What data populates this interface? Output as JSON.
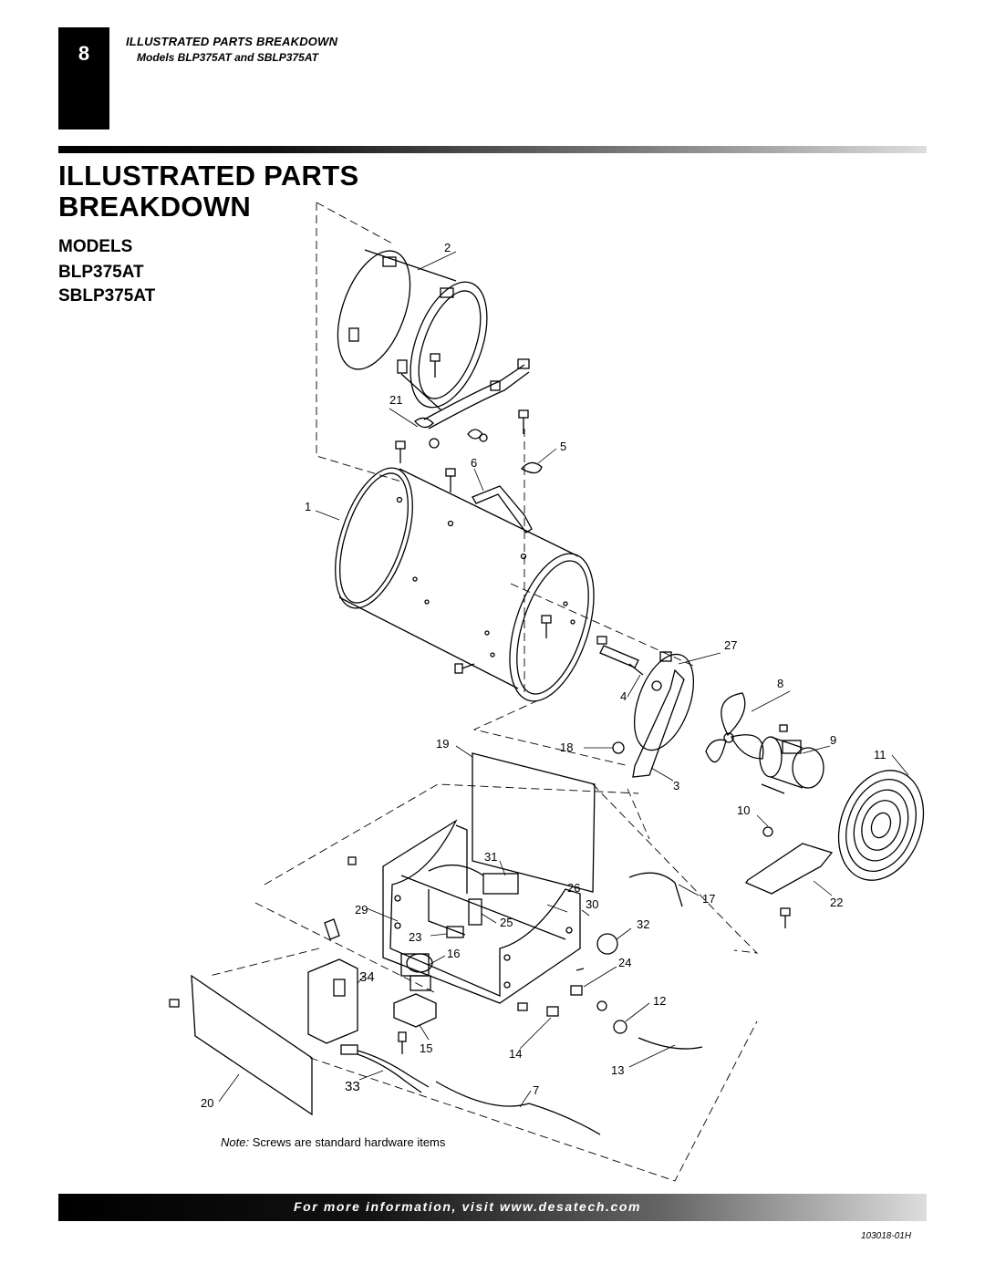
{
  "header": {
    "page_number": "8",
    "title": "ILLUSTRATED PARTS BREAKDOWN",
    "subtitle": "Models BLP375AT and SBLP375AT"
  },
  "main": {
    "title_line1": "ILLUSTRATED PARTS",
    "title_line2": "BREAKDOWN",
    "models_label": "MODELS",
    "model_1": "BLP375AT",
    "model_2": "SBLP375AT"
  },
  "diagram": {
    "callouts": [
      "1",
      "2",
      "3",
      "4",
      "5",
      "6",
      "7",
      "8",
      "9",
      "10",
      "11",
      "12",
      "13",
      "14",
      "15",
      "16",
      "17",
      "18",
      "19",
      "20",
      "21",
      "22",
      "23",
      "24",
      "25",
      "26",
      "27",
      "29",
      "30",
      "31",
      "32",
      "33",
      "34"
    ]
  },
  "note": {
    "label": "Note:",
    "text": " Screws are standard hardware items"
  },
  "footer": {
    "text": "For more information, visit www.desatech.com",
    "doc_code": "103018-01H"
  }
}
